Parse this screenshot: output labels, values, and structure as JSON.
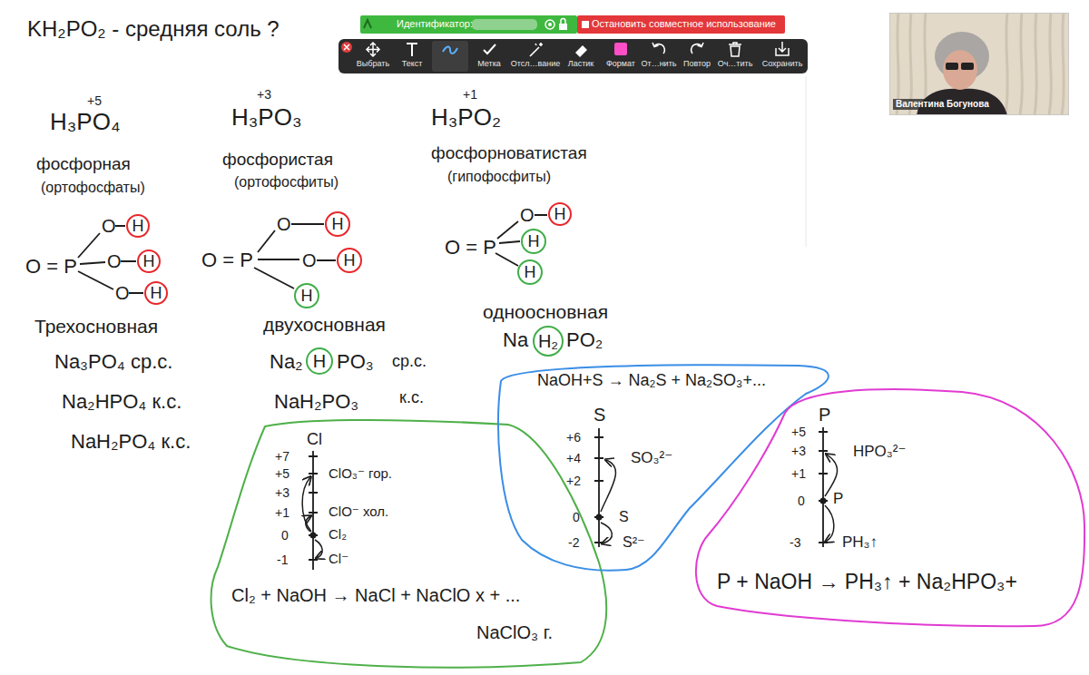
{
  "diagram": {
    "title": "KH₂PO₂ - средняя соль ?",
    "nodes": [
      {
        "text": [
          "Идентификатор:"
        ]
      },
      {
        "text": [
          "Остановить совместное использование"
        ]
      },
      {
        "text": [
          "Выбрать",
          "Текст",
          "Рисовать",
          "Метка",
          "Отсл…вание",
          "Ластик",
          "Формат",
          "От…нить",
          "Повтор",
          "Оч…тить",
          "Сохранить"
        ]
      },
      {
        "text": [
          "Валентина Богунова"
        ]
      },
      {
        "text": [
          "H"
        ]
      },
      {
        "text": [
          "H"
        ]
      },
      {
        "text": [
          "H"
        ]
      },
      {
        "text": [
          "H"
        ]
      },
      {
        "text": [
          "H"
        ]
      },
      {
        "text": [
          "H"
        ]
      },
      {
        "text": [
          "H"
        ]
      },
      {
        "text": [
          "H"
        ]
      },
      {
        "text": [
          "H"
        ]
      },
      {
        "text": [
          "H"
        ]
      },
      {
        "text": [
          "H₂"
        ]
      },
      {
        "text": [
          "Cl",
          "+7",
          "+5",
          "+3",
          "+1",
          "0",
          "-1",
          "ClO₃⁻ гор.",
          "ClO⁻ хол.",
          "Cl₂",
          "Cl⁻",
          "Cl₂ + NaOH → NaCl + NaClO х + ...",
          "NaClO₃ г."
        ]
      },
      {
        "text": [
          "NaOH+S → Na₂S + Na₂SO₃+...",
          "S",
          "+6",
          "+4",
          "+2",
          "0",
          "-2",
          "SO₃²⁻",
          "S",
          "S²⁻"
        ]
      },
      {
        "text": [
          "P",
          "+5",
          "+3",
          "+1",
          "0",
          "-3",
          "HPO₃²⁻",
          "P",
          "PH₃↑",
          "P + NaOH → PH₃↑ + Na₂HPO₃+"
        ]
      }
    ],
    "labels": [
      "+5",
      "H₃PO₄",
      "+3",
      "H₃PO₃",
      "+1",
      "H₃PO₂",
      "фосфорная",
      "фосфористая",
      "фосфорноватистая",
      "(ортофосфаты)",
      "(ортофосфиты)",
      "(гипофосфиты)",
      "O = P",
      "O",
      "O",
      "O",
      "O = P",
      "O",
      "O",
      "O = P",
      "O",
      "Трехосновная",
      "двухосновная",
      "одноосновная",
      "Na₃PO₄ ср.с.",
      "Na₂HPO₄ к.с.",
      "NaH₂PO₄ к.с.",
      "Na₂",
      "PO₃",
      "ср.с.",
      "NaH₂PO₃",
      "к.с.",
      "Na",
      "PO₂"
    ]
  }
}
